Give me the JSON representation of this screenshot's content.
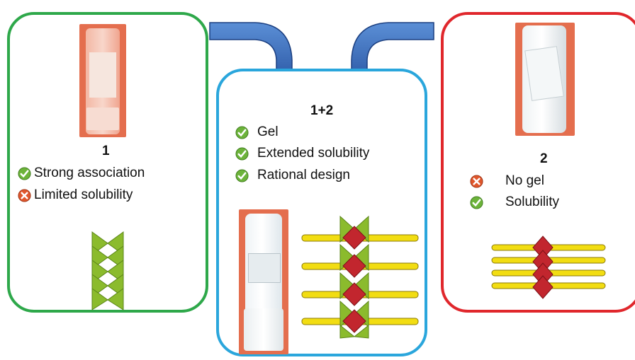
{
  "left_panel": {
    "number": "1",
    "features": [
      {
        "icon": "check-icon",
        "text": "Strong association"
      },
      {
        "icon": "cross-icon",
        "text": "Limited solubility"
      }
    ]
  },
  "middle_panel": {
    "number": "1+2",
    "features": [
      {
        "icon": "check-icon",
        "text": "Gel"
      },
      {
        "icon": "check-icon",
        "text": "Extended solubility"
      },
      {
        "icon": "check-icon",
        "text": "Rational design"
      }
    ]
  },
  "right_panel": {
    "number": "2",
    "features": [
      {
        "icon": "cross-icon",
        "text": "No gel"
      },
      {
        "icon": "check-icon",
        "text": "Solubility"
      }
    ]
  },
  "colors": {
    "left_border": "#2ea84a",
    "middle_border": "#2aa6dc",
    "right_border": "#e0272c",
    "arrow": "#2f5fb0",
    "triangle": "#8bbb2d",
    "diamond": "#c2262e",
    "chain": "#f2dd12",
    "vial_background": "#e46e4e"
  }
}
